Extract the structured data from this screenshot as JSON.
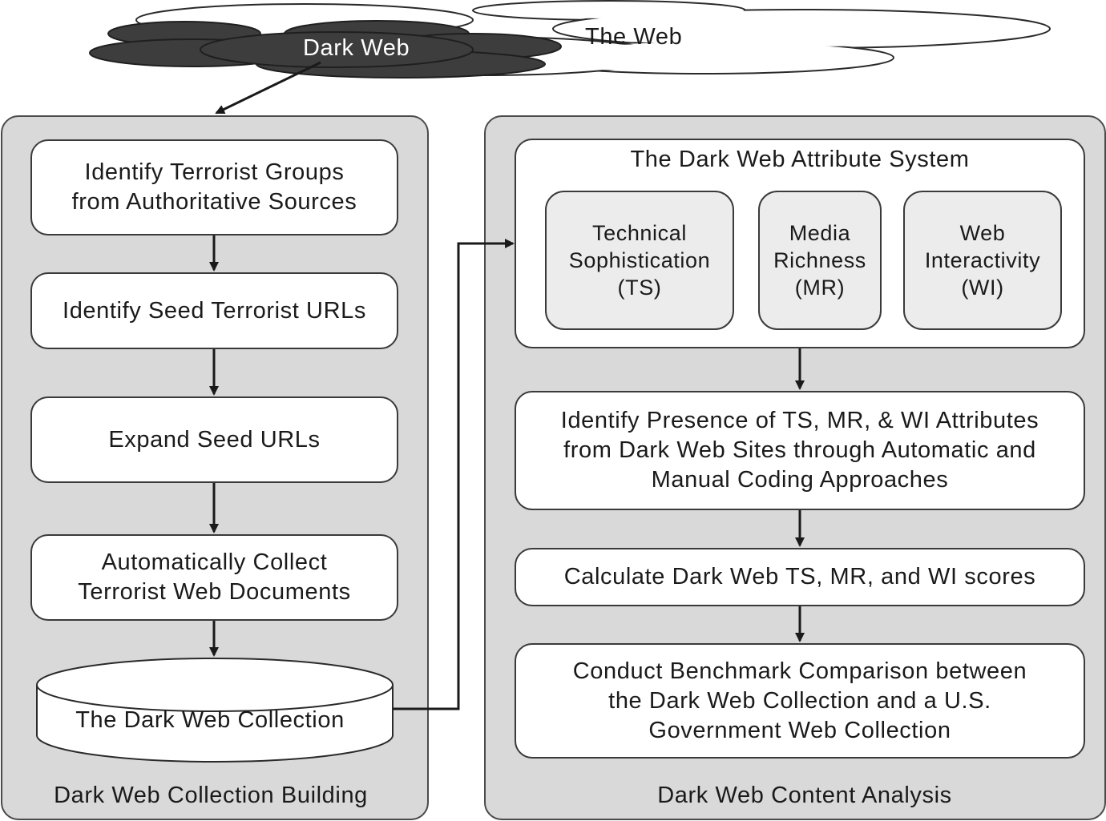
{
  "cloud": {
    "web_label": "The Web",
    "dark_web_label": "Dark Web"
  },
  "left_panel": {
    "label": "Dark Web Collection Building",
    "steps": [
      "Identify Terrorist Groups\nfrom Authoritative Sources",
      "Identify Seed Terrorist URLs",
      "Expand Seed URLs",
      "Automatically Collect\nTerrorist Web Documents"
    ],
    "collection": "The Dark Web Collection"
  },
  "right_panel": {
    "label": "Dark Web Content Analysis",
    "attribute_system": {
      "title": "The Dark Web Attribute System",
      "attributes": [
        "Technical\nSophistication\n(TS)",
        "Media\nRichness\n(MR)",
        "Web\nInteractivity\n(WI)"
      ]
    },
    "steps": [
      "Identify Presence of TS, MR, & WI Attributes\nfrom Dark Web Sites through Automatic and\nManual Coding Approaches",
      "Calculate Dark Web TS, MR, and WI scores",
      "Conduct Benchmark Comparison between\nthe Dark Web Collection and a U.S.\nGovernment Web Collection"
    ]
  },
  "colors": {
    "panel": "#d9d9d9",
    "dark_cloud": "#3d3d3d",
    "attribute_fill": "#ececec"
  }
}
